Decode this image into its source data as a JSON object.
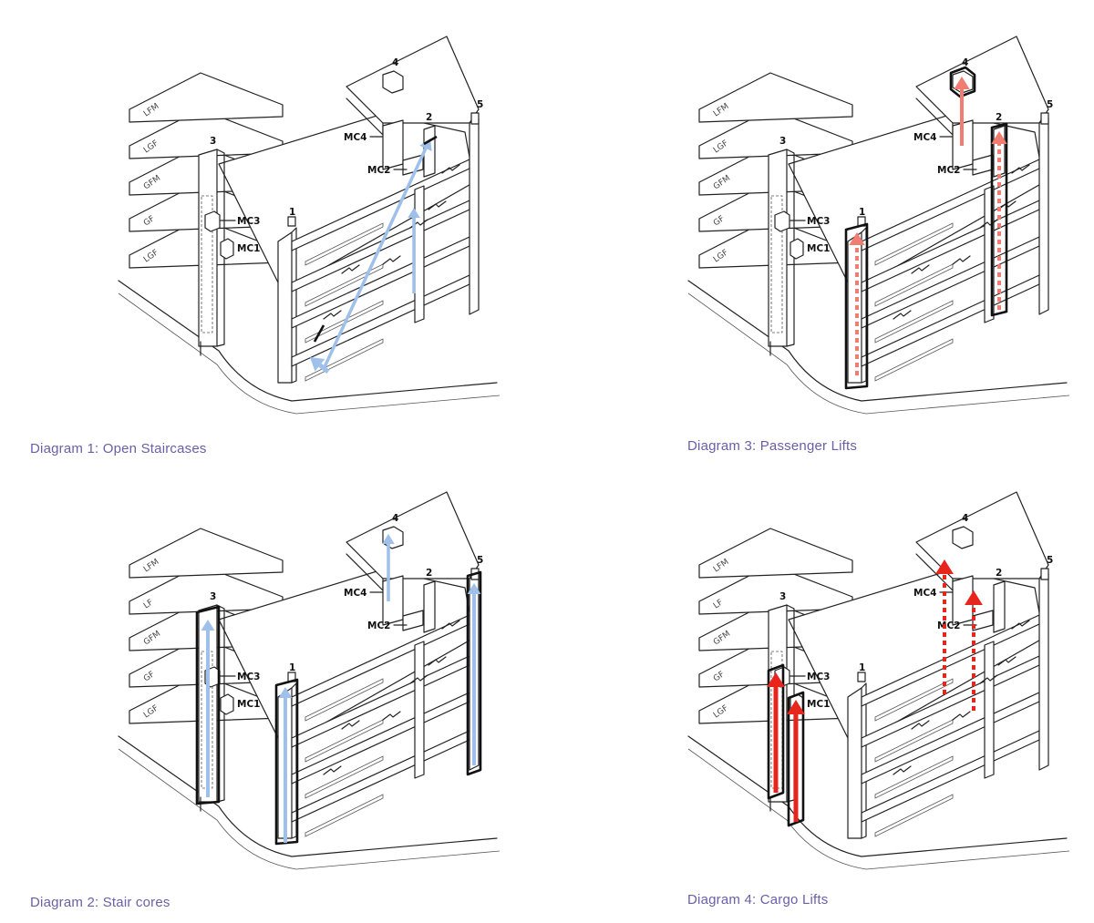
{
  "colors": {
    "caption": "#6a5fa8",
    "stair_arrow": "#9ec0ea",
    "passenger_arrow": "#f07c72",
    "cargo_arrow": "#e8251c",
    "line": "#222222"
  },
  "labels": {
    "core_1": "1",
    "core_2": "2",
    "core_3": "3",
    "core_4": "4",
    "core_5": "5",
    "mc1": "MC1",
    "mc2": "MC2",
    "mc3": "MC3",
    "mc4": "MC4"
  },
  "floors": [
    "LGF",
    "GF",
    "GFM",
    "LGF",
    "LFM"
  ],
  "floors_d2": [
    "LGF",
    "GF",
    "GFM",
    "LF",
    "LFM"
  ],
  "diagrams": [
    {
      "id": "d1",
      "caption": "Diagram 1: Open Staircases"
    },
    {
      "id": "d2",
      "caption": "Diagram 2: Stair cores"
    },
    {
      "id": "d3",
      "caption": "Diagram 3: Passenger Lifts"
    },
    {
      "id": "d4",
      "caption": "Diagram 4: Cargo Lifts"
    }
  ]
}
